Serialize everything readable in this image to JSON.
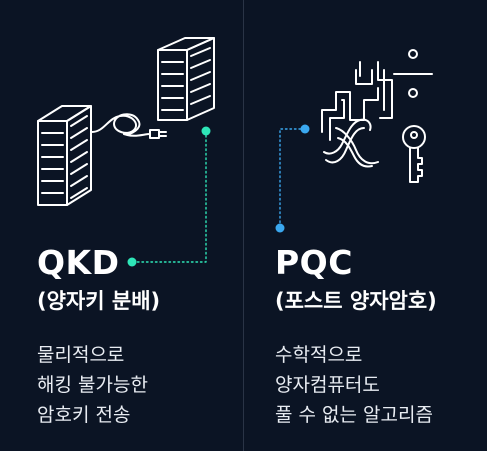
{
  "qkd": {
    "title": "QKD",
    "subtitle": "(양자키 분배)",
    "desc": [
      "물리적으로",
      "해킹 불가능한",
      "암호키 전송"
    ]
  },
  "pqc": {
    "title": "PQC",
    "subtitle": "(포스트 양자암호)",
    "desc": [
      "수학적으로",
      "양자컴퓨터도",
      "풀 수 없는 알고리즘"
    ]
  },
  "colors": {
    "background": "#0b1424",
    "qkd_accent": "#2ee6b8",
    "pqc_accent": "#3aa8f0",
    "line_art": "#ffffff"
  }
}
